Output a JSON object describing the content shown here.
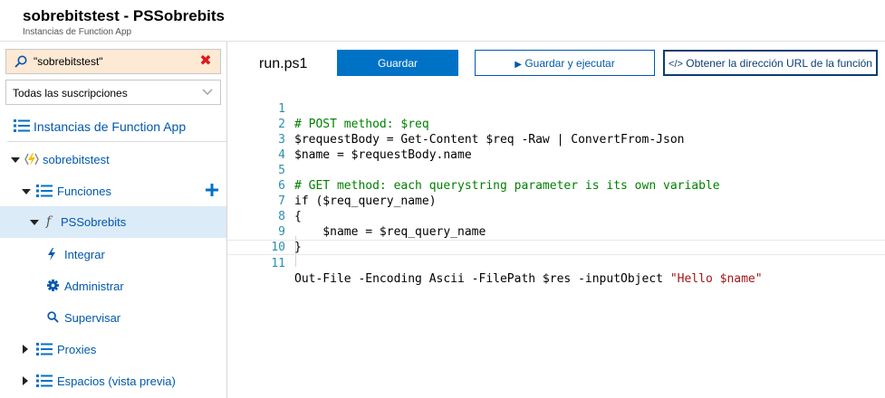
{
  "header": {
    "title": "sobrebitstest - PSSobrebits",
    "subtitle": "Instancias de Function App"
  },
  "sidebar": {
    "search": {
      "value": "\"sobrebitstest\"",
      "clear_icon": "close-icon"
    },
    "subscription": {
      "selected": "Todas las suscripciones"
    },
    "items": [
      {
        "label": "Instancias de Function App",
        "icon": "list-icon"
      },
      {
        "label": "sobrebitstest",
        "icon": "function-app-icon"
      },
      {
        "label": "Funciones",
        "icon": "list-icon",
        "action_icon": "add-icon"
      },
      {
        "label": "PSSobrebits",
        "icon": "function-icon",
        "selected": true
      },
      {
        "label": "Integrar",
        "icon": "lightning-icon"
      },
      {
        "label": "Administrar",
        "icon": "gear-icon"
      },
      {
        "label": "Supervisar",
        "icon": "search-icon"
      },
      {
        "label": "Proxies",
        "icon": "list-icon"
      },
      {
        "label": "Espacios (vista previa)",
        "icon": "list-icon"
      }
    ]
  },
  "main": {
    "file_title": "run.ps1",
    "buttons": {
      "save": "Guardar",
      "save_run": "Guardar y ejecutar",
      "get_url": "Obtener la dirección URL de la función"
    },
    "code_lines": [
      {
        "num": "1",
        "text": "# POST method: $req"
      },
      {
        "num": "2",
        "text": "$requestBody = Get-Content $req -Raw | ConvertFrom-Json"
      },
      {
        "num": "3",
        "text": "$name = $requestBody.name"
      },
      {
        "num": "4",
        "text": ""
      },
      {
        "num": "5",
        "text": "# GET method: each querystring parameter is its own variable"
      },
      {
        "num": "6",
        "text": "if ($req_query_name)"
      },
      {
        "num": "7",
        "text": "{"
      },
      {
        "num": "8",
        "text": "    $name = $req_query_name"
      },
      {
        "num": "9",
        "text": "}"
      },
      {
        "num": "10",
        "text": ""
      },
      {
        "num": "11",
        "text": "Out-File -Encoding Ascii -FilePath $res -inputObject ",
        "string": "\"Hello $name\""
      }
    ]
  },
  "colors": {
    "accent": "#0072c6",
    "link": "#0058ad",
    "selected_bg": "#dcebf8",
    "search_bg": "#fde9d4",
    "comment": "#008000",
    "string": "#a31515",
    "line_number": "#2b91af"
  }
}
